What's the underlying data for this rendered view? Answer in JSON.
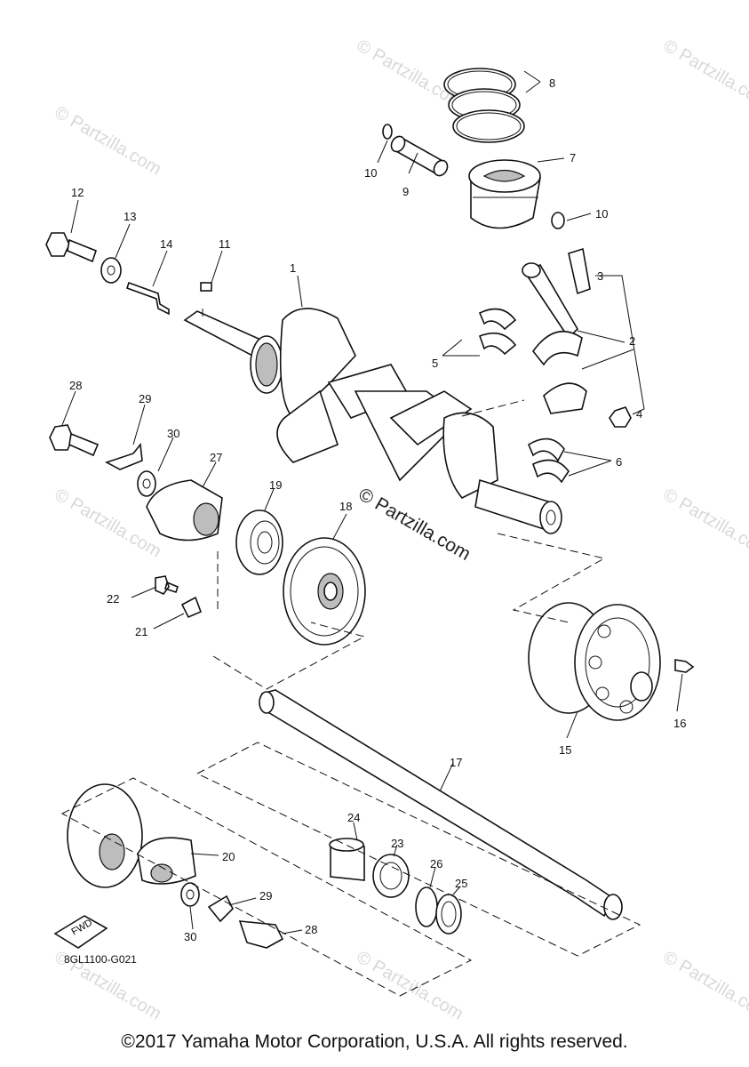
{
  "diagram": {
    "code": "8GL1100-G021",
    "fwd_label": "FWD",
    "watermark": "© Partzilla.com",
    "callouts": [
      "1",
      "2",
      "3",
      "4",
      "5",
      "6",
      "7",
      "8",
      "9",
      "10",
      "10",
      "11",
      "12",
      "13",
      "14",
      "15",
      "16",
      "17",
      "18",
      "19",
      "20",
      "21",
      "22",
      "23",
      "24",
      "25",
      "26",
      "27",
      "28",
      "28",
      "29",
      "29",
      "30",
      "30"
    ]
  },
  "footer": {
    "copyright": "©2017 Yamaha Motor Corporation, U.S.A. All rights reserved."
  }
}
